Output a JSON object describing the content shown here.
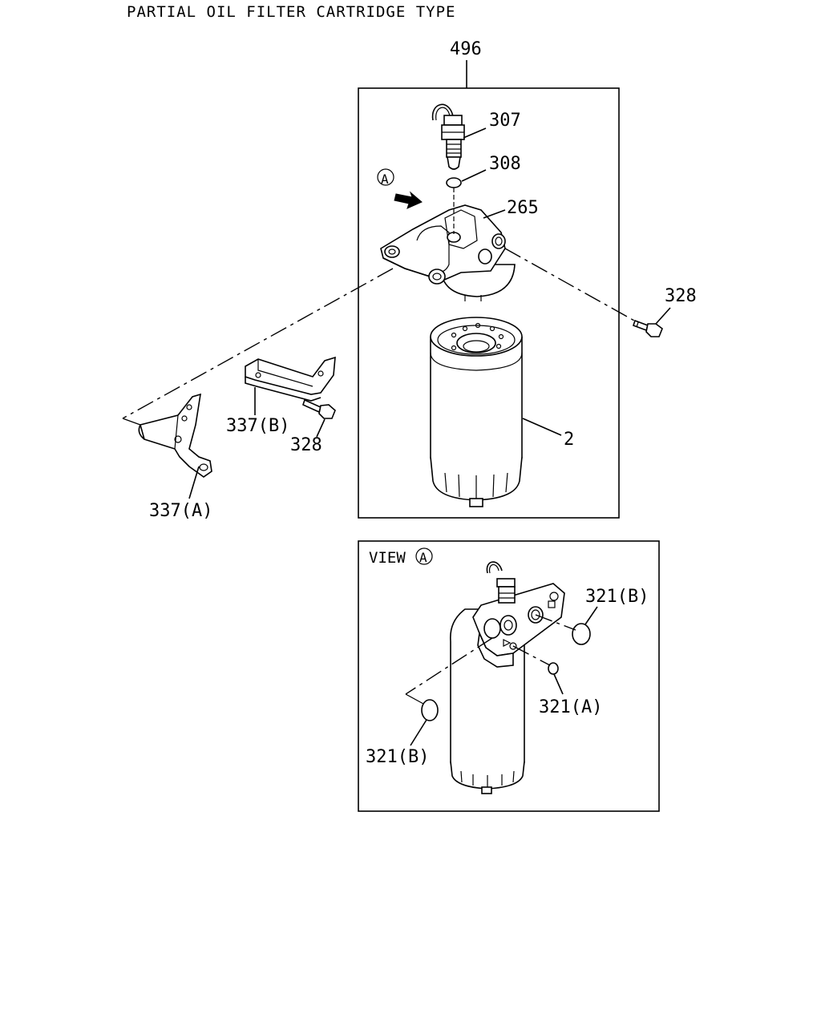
{
  "title": "PARTIAL OIL FILTER CARTRIDGE TYPE",
  "callouts": {
    "assembly": "496",
    "sensor": "307",
    "oring_small": "308",
    "filter_head": "265",
    "bolt_right": "328",
    "cartridge": "2",
    "bracket_b": "337(B)",
    "bolt_left": "328",
    "bracket_a": "337(A)"
  },
  "view_marker": "A",
  "view": {
    "label": "VIEW",
    "marker": "A",
    "callouts": {
      "oring_b_right": "321(B)",
      "oring_a": "321(A)",
      "oring_b_left": "321(B)"
    }
  }
}
